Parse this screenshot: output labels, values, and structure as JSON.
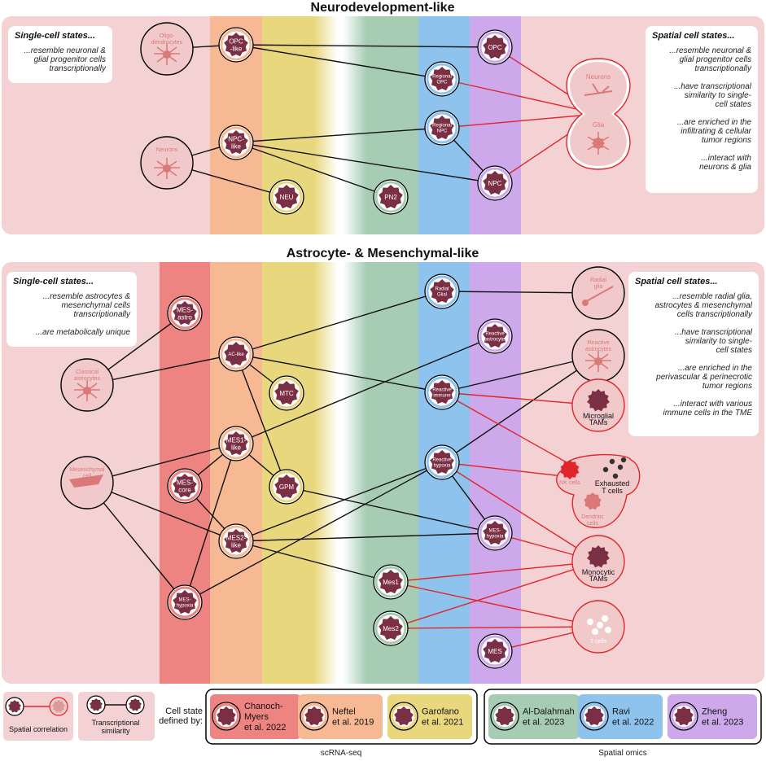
{
  "colors": {
    "panel_bg": "#f4d2d4",
    "chanoch": "#ee8482",
    "neftel": "#f6b993",
    "garofano": "#e9d77e",
    "aldalahmah": "#a6cdb3",
    "ravi": "#8dc3ec",
    "zheng": "#cda8ea",
    "node_fill": "#7b2f45",
    "ref_fill": "#f2c9cb",
    "ref_text": "#d97a78",
    "red_line": "#e0262b",
    "black_line": "#111111"
  },
  "sections": {
    "neuro_title": "Neurodevelopment-like",
    "astro_title": "Astrocyte- & Mesenchymal-like"
  },
  "text_boxes": {
    "neuro_left": {
      "head": "Single-cell states...",
      "lines": [
        "...resemble neuronal &",
        "glial progenitor cells",
        "transcriptionally"
      ]
    },
    "neuro_right": {
      "head": "Spatial cell states...",
      "lines": [
        "...resemble neuronal &",
        "glial progenitor cells",
        "transcriptionally",
        "",
        "...have transcriptional",
        "similarity to single-",
        "cell states",
        "",
        "...are enriched in the",
        "infiltrating & cellular",
        "tumor regions",
        "",
        "...interact with",
        "neurons & glia"
      ]
    },
    "astro_left": {
      "head": "Single-cell states...",
      "lines": [
        "...resemble astrocytes &",
        "mesenchymal cells",
        "transcriptionally",
        "",
        "...are metabolically unique"
      ]
    },
    "astro_right": {
      "head": "Spatial cell states...",
      "lines": [
        "...resemble radial glia,",
        "astrocytes & mesenchymal",
        "cells transcriptionally",
        "",
        "...have transcriptional",
        "similarity to single-",
        "cell states",
        "",
        "...are enriched in the",
        "perivascular & perinecrotic",
        "tumor regions",
        "",
        "...interact with various",
        "immune cells in the TME"
      ]
    }
  },
  "nodes": [
    {
      "id": "opc_like",
      "label": [
        "OPC",
        "-like"
      ],
      "ring": "neftel"
    },
    {
      "id": "npc_like",
      "label": [
        "NPC-",
        "like"
      ],
      "ring": "neftel"
    },
    {
      "id": "neu",
      "label": [
        "NEU"
      ],
      "ring": "garofano"
    },
    {
      "id": "pn2",
      "label": [
        "PN2"
      ],
      "ring": "aldalahmah"
    },
    {
      "id": "regional_opc",
      "label": [
        "Regional",
        "OPC"
      ],
      "ring": "ravi"
    },
    {
      "id": "regional_npc",
      "label": [
        "Regional",
        "NPC"
      ],
      "ring": "ravi"
    },
    {
      "id": "opc",
      "label": [
        "OPC"
      ],
      "ring": "zheng"
    },
    {
      "id": "npc",
      "label": [
        "NPC"
      ],
      "ring": "zheng"
    },
    {
      "id": "mes_astro",
      "label": [
        "MES-",
        "astro"
      ],
      "ring": "chanoch"
    },
    {
      "id": "mes_core",
      "label": [
        "MES-",
        "core"
      ],
      "ring": "chanoch"
    },
    {
      "id": "mes_hypoxia_cm",
      "label": [
        "MES-",
        "hypoxia"
      ],
      "ring": "chanoch"
    },
    {
      "id": "ac_like",
      "label": [
        "AC-like"
      ],
      "ring": "neftel"
    },
    {
      "id": "mes1_like",
      "label": [
        "MES1-",
        "like"
      ],
      "ring": "neftel"
    },
    {
      "id": "mes2_like",
      "label": [
        "MES2-",
        "like"
      ],
      "ring": "neftel"
    },
    {
      "id": "mtc",
      "label": [
        "MTC"
      ],
      "ring": "garofano"
    },
    {
      "id": "gpm",
      "label": [
        "GPM"
      ],
      "ring": "garofano"
    },
    {
      "id": "mes1",
      "label": [
        "Mes1"
      ],
      "ring": "aldalahmah"
    },
    {
      "id": "mes2",
      "label": [
        "Mes2"
      ],
      "ring": "aldalahmah"
    },
    {
      "id": "radial_glial",
      "label": [
        "Radial",
        "Glial"
      ],
      "ring": "ravi"
    },
    {
      "id": "reactive_immune",
      "label": [
        "Reactive",
        "immune"
      ],
      "ring": "ravi"
    },
    {
      "id": "reactive_hypoxia",
      "label": [
        "Reactive",
        "hypoxia"
      ],
      "ring": "ravi"
    },
    {
      "id": "reactive_astrocyte",
      "label": [
        "Reactive",
        "astrocyte"
      ],
      "ring": "zheng"
    },
    {
      "id": "mes_hypoxia_z",
      "label": [
        "MES-",
        "hypoxia"
      ],
      "ring": "zheng"
    },
    {
      "id": "mes",
      "label": [
        "MES"
      ],
      "ring": "zheng"
    }
  ],
  "reference_cells": [
    {
      "id": "oligodendrocytes",
      "label": [
        "Oligo-",
        "dendrocytes"
      ],
      "ring": "black"
    },
    {
      "id": "neurons_left",
      "label": [
        "Neurons"
      ],
      "ring": "black"
    },
    {
      "id": "neurons_glia",
      "label": [
        "Neurons",
        "Glia"
      ],
      "ring": "red"
    },
    {
      "id": "classical_astrocytes",
      "label": [
        "Classical",
        "astrocytes"
      ],
      "ring": "black"
    },
    {
      "id": "mesenchymal_cell",
      "label": [
        "Mesenchymal",
        "cell"
      ],
      "ring": "black"
    },
    {
      "id": "radial_glia",
      "label": [
        "Radial",
        "glia"
      ],
      "ring": "black"
    },
    {
      "id": "reactive_astrocytes",
      "label": [
        "Reactive",
        "astrocytes"
      ],
      "ring": "black"
    },
    {
      "id": "microglial_tams",
      "label": [
        "Microglial",
        "TAMs"
      ],
      "ring": "red"
    },
    {
      "id": "immune_group",
      "label": [
        "NK cells",
        "Exhausted",
        "T cells",
        "Dendritic",
        "cells"
      ],
      "ring": "red"
    },
    {
      "id": "monocytic_tams",
      "label": [
        "Monocytic",
        "TAMs"
      ],
      "ring": "red"
    },
    {
      "id": "t_cells",
      "label": [
        "T cells"
      ],
      "ring": "red"
    }
  ],
  "links": {
    "similarity": [
      [
        "oligodendrocytes",
        "opc_like"
      ],
      [
        "opc_like",
        "opc"
      ],
      [
        "opc_like",
        "regional_opc"
      ],
      [
        "neurons_left",
        "npc_like"
      ],
      [
        "neurons_left",
        "neu"
      ],
      [
        "npc_like",
        "pn2"
      ],
      [
        "npc_like",
        "regional_npc"
      ],
      [
        "npc_like",
        "npc"
      ],
      [
        "regional_npc",
        "npc"
      ],
      [
        "classical_astrocytes",
        "mes_astro"
      ],
      [
        "classical_astrocytes",
        "ac_like"
      ],
      [
        "ac_like",
        "radial_glial"
      ],
      [
        "ac_like",
        "mtc"
      ],
      [
        "ac_like",
        "gpm"
      ],
      [
        "ac_like",
        "reactive_immune"
      ],
      [
        "reactive_astrocyte",
        "mes1_like"
      ],
      [
        "mes1_like",
        "gpm"
      ],
      [
        "mes1_like",
        "mes_core"
      ],
      [
        "mes1_like",
        "mes_hypoxia_cm"
      ],
      [
        "mesenchymal_cell",
        "mes1_like"
      ],
      [
        "mesenchymal_cell",
        "mes2_like"
      ],
      [
        "mesenchymal_cell",
        "mes_hypoxia_cm"
      ],
      [
        "mes_core",
        "mes2_like"
      ],
      [
        "mes2_like",
        "reactive_hypoxia"
      ],
      [
        "mes2_like",
        "mes_hypoxia_z"
      ],
      [
        "mes2_like",
        "mes1"
      ],
      [
        "mes_hypoxia_cm",
        "reactive_hypoxia"
      ],
      [
        "gpm",
        "mes_hypoxia_z"
      ],
      [
        "reactive_hypoxia",
        "mes_hypoxia_z"
      ],
      [
        "reactive_astrocytes",
        "reactive_immune"
      ],
      [
        "reactive_astrocytes",
        "reactive_hypoxia"
      ],
      [
        "radial_glial",
        "radial_glia"
      ]
    ],
    "spatial": [
      [
        "opc",
        "neurons_glia"
      ],
      [
        "regional_opc",
        "neurons_glia"
      ],
      [
        "regional_npc",
        "neurons_glia"
      ],
      [
        "npc",
        "neurons_glia"
      ],
      [
        "reactive_immune",
        "microglial_tams"
      ],
      [
        "reactive_immune",
        "immune_group"
      ],
      [
        "reactive_hypoxia",
        "immune_group"
      ],
      [
        "reactive_hypoxia",
        "monocytic_tams"
      ],
      [
        "mes_hypoxia_z",
        "monocytic_tams"
      ],
      [
        "mes1",
        "monocytic_tams"
      ],
      [
        "mes1",
        "t_cells"
      ],
      [
        "mes2",
        "monocytic_tams"
      ],
      [
        "mes2",
        "t_cells"
      ],
      [
        "mes",
        "t_cells"
      ]
    ]
  },
  "legend": {
    "spatial_correlation": "Spatial correlation",
    "transcriptional_similarity": [
      "Transcriptional",
      "similarity"
    ],
    "defined_by": [
      "Cell state",
      "defined by:"
    ],
    "refs": [
      {
        "key": "chanoch",
        "lines": [
          "Chanoch-",
          "Myers",
          "et al. 2022"
        ]
      },
      {
        "key": "neftel",
        "lines": [
          "Neftel",
          "et al. 2019"
        ]
      },
      {
        "key": "garofano",
        "lines": [
          "Garofano",
          "et al. 2021"
        ]
      },
      {
        "key": "aldalahmah",
        "lines": [
          "Al-Dalahmah",
          "et al. 2023"
        ]
      },
      {
        "key": "ravi",
        "lines": [
          "Ravi",
          "et al. 2022"
        ]
      },
      {
        "key": "zheng",
        "lines": [
          "Zheng",
          "et al. 2023"
        ]
      }
    ],
    "group_left": "scRNA-seq",
    "group_right": "Spatial omics"
  }
}
